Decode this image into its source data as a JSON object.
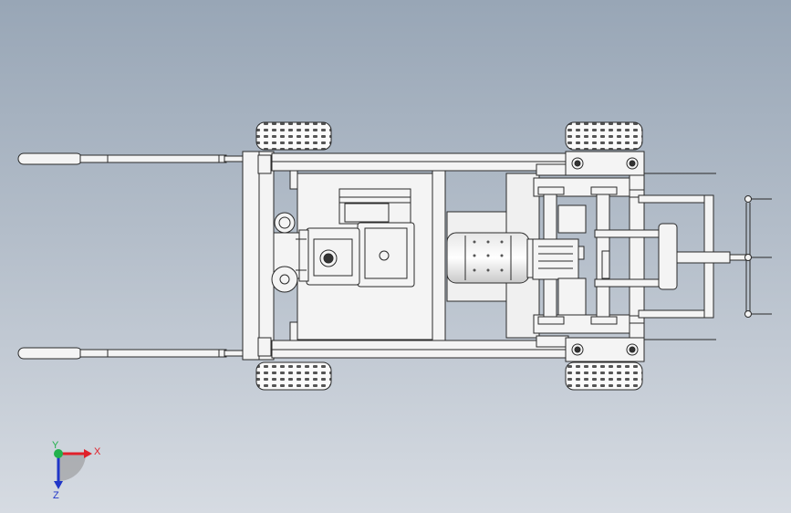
{
  "triad": {
    "x_label": "X",
    "y_label": "Y",
    "z_label": "Z",
    "x_color": "#e0202a",
    "y_color": "#22b14c",
    "z_color": "#2036c8"
  },
  "colors": {
    "background_top": "#98a6b6",
    "background_bottom": "#d6dbe2",
    "part_fill": "#f4f4f4",
    "edge": "#2a2a2a"
  }
}
